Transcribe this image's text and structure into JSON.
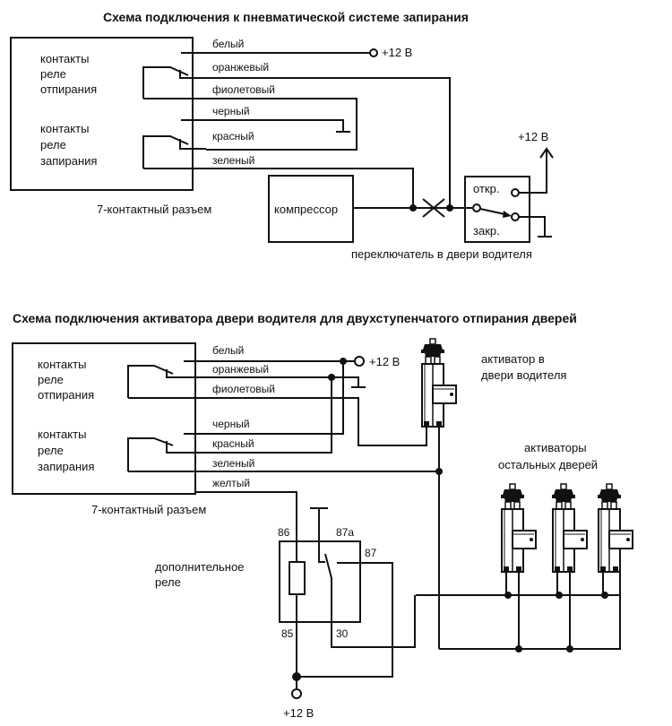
{
  "diagram1": {
    "title": "Схема подключения к пневматической системе запирания",
    "connector_label": "7-контактный разъем",
    "relay_unlock": [
      "контакты",
      "реле",
      "отпирания"
    ],
    "relay_lock": [
      "контакты",
      "реле",
      "запирания"
    ],
    "wires": [
      "белый",
      "оранжевый",
      "фиолетовый",
      "черный",
      "красный",
      "зеленый"
    ],
    "supply": "+12 В",
    "compressor": "компрессор",
    "switch_open": "откр.",
    "switch_close": "закр.",
    "switch_supply": "+12 В",
    "switch_caption": "переключатель в двери водителя"
  },
  "diagram2": {
    "title": "Схема подключения активатора двери водителя для двухступенчатого отпирания дверей",
    "connector_label": "7-контактный разъем",
    "relay_unlock": [
      "контакты",
      "реле",
      "отпирания"
    ],
    "relay_lock": [
      "контакты",
      "реле",
      "запирания"
    ],
    "wires": [
      "белый",
      "оранжевый",
      "фиолетовый",
      "черный",
      "красный",
      "зеленый",
      "желтый"
    ],
    "supply": "+12 В",
    "driver_actuator": [
      "активатор в",
      "двери водителя"
    ],
    "other_actuators": [
      "активаторы",
      "остальных дверей"
    ],
    "aux_relay": [
      "дополнительное",
      "реле"
    ],
    "relay_pins": [
      "86",
      "87a",
      "87",
      "85",
      "30"
    ],
    "relay_supply": "+12 В"
  }
}
